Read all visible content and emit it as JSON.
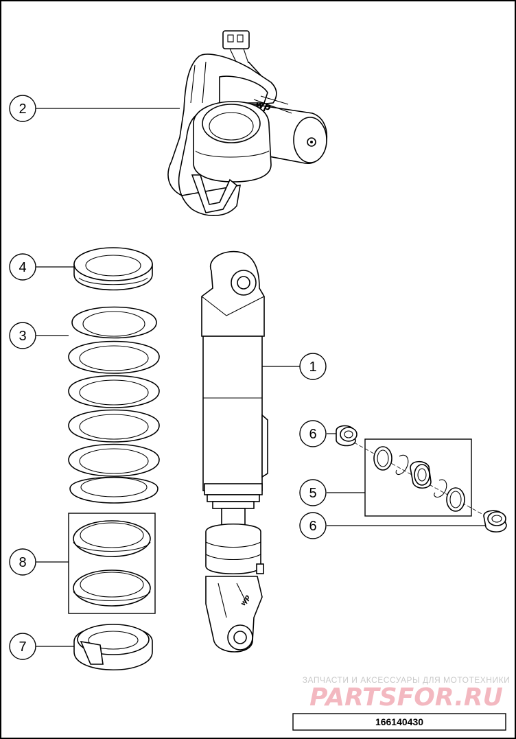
{
  "callouts": [
    {
      "id": "callout-1",
      "label": "1"
    },
    {
      "id": "callout-2",
      "label": "2"
    },
    {
      "id": "callout-3",
      "label": "3"
    },
    {
      "id": "callout-4",
      "label": "4"
    },
    {
      "id": "callout-5",
      "label": "5"
    },
    {
      "id": "callout-6a",
      "label": "6"
    },
    {
      "id": "callout-6b",
      "label": "6"
    },
    {
      "id": "callout-7",
      "label": "7"
    },
    {
      "id": "callout-8",
      "label": "8"
    }
  ],
  "reference_number": "166140430",
  "watermark": {
    "tagline": "ЗАПЧАСТИ И АКСЕССУАРЫ ДЛЯ МОТОТЕХНИКИ",
    "brand": "PARTSFOR.RU",
    "brand_color": "#f3b8c0"
  },
  "colors": {
    "line": "#000000",
    "background": "#ffffff"
  }
}
